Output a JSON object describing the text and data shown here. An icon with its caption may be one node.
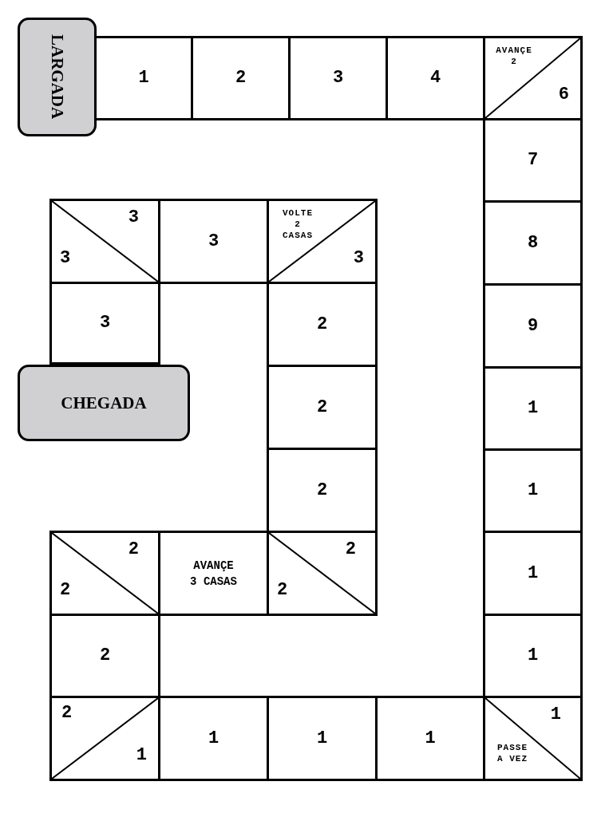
{
  "diagram": {
    "nodes": [
      {
        "text": [
          "LARGADA"
        ]
      },
      {
        "text": [
          "1"
        ]
      },
      {
        "text": [
          "2"
        ]
      },
      {
        "text": [
          "3"
        ]
      },
      {
        "text": [
          "4"
        ]
      },
      {
        "text": [
          "AVANÇE 2",
          "6"
        ]
      },
      {
        "text": [
          "7"
        ]
      },
      {
        "text": [
          "8"
        ]
      },
      {
        "text": [
          "9"
        ]
      },
      {
        "text": [
          "1"
        ]
      },
      {
        "text": [
          "1"
        ]
      },
      {
        "text": [
          "1"
        ]
      },
      {
        "text": [
          "1"
        ]
      },
      {
        "text": [
          "1",
          "PASSE A VEZ"
        ]
      },
      {
        "text": [
          "1"
        ]
      },
      {
        "text": [
          "1"
        ]
      },
      {
        "text": [
          "1"
        ]
      },
      {
        "text": [
          "2",
          "1"
        ]
      },
      {
        "text": [
          "2"
        ]
      },
      {
        "text": [
          "2",
          "2"
        ]
      },
      {
        "text": [
          "AVANÇE 3 CASAS"
        ]
      },
      {
        "text": [
          "2",
          "2"
        ]
      },
      {
        "text": [
          "2"
        ]
      },
      {
        "text": [
          "2"
        ]
      },
      {
        "text": [
          "2"
        ]
      },
      {
        "text": [
          "VOLTE 2 CASAS",
          "3"
        ]
      },
      {
        "text": [
          "3"
        ]
      },
      {
        "text": [
          "3",
          "3"
        ]
      },
      {
        "text": [
          "3"
        ]
      },
      {
        "text": [
          "CHEGADA"
        ]
      }
    ]
  }
}
